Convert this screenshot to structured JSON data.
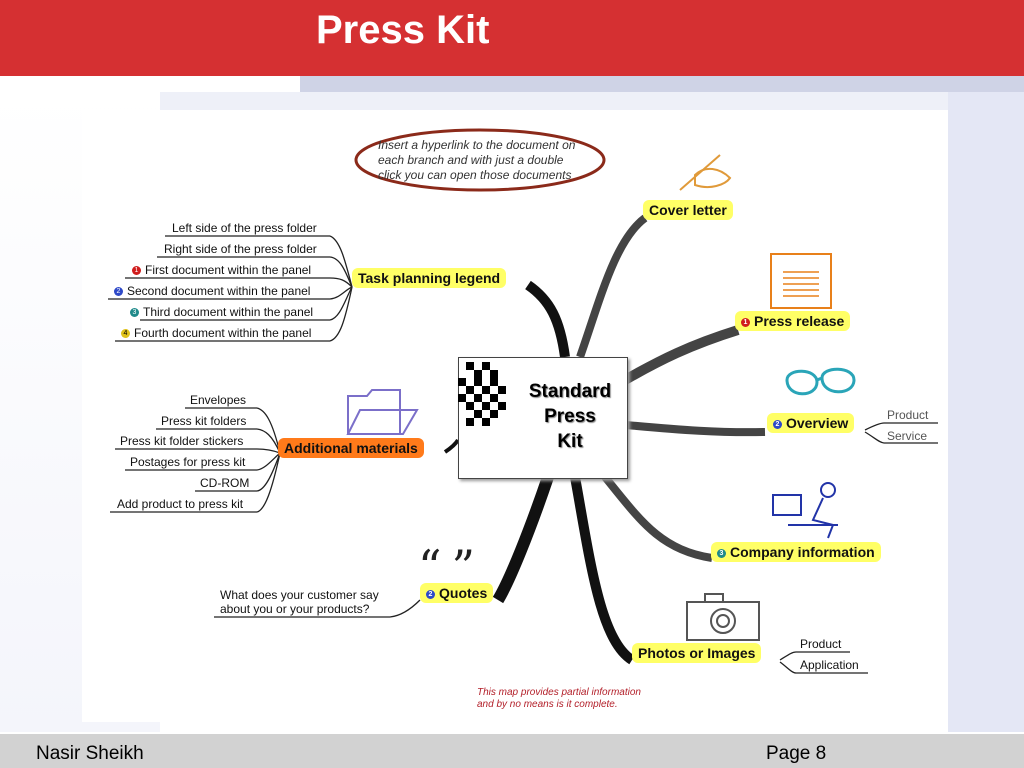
{
  "slide": {
    "title": "Press Kit",
    "footer_left": "Nasir Sheikh",
    "footer_right": "Page 8"
  },
  "map": {
    "center": [
      "Standard",
      "Press",
      "Kit"
    ],
    "note": [
      "Insert a hyperlink to the document on",
      "each branch and with just a double",
      "click you can open those documents"
    ],
    "disclaimer": [
      "This map provides partial information",
      "and by no means is it complete."
    ],
    "task_planning": {
      "label": "Task planning legend",
      "items": [
        "Left side of the press folder",
        "Right side of the press folder",
        "First document within the panel",
        "Second document within the panel",
        "Third document within the panel",
        "Fourth document within the panel"
      ],
      "bullets": [
        "",
        "",
        "1",
        "2",
        "3",
        "4"
      ]
    },
    "additional": {
      "label": "Additional materials",
      "items": [
        "Envelopes",
        "Press kit folders",
        "Press kit folder stickers",
        "Postages for press kit",
        "CD-ROM",
        "Add product to press kit"
      ]
    },
    "quotes": {
      "label": "Quotes",
      "bullet": "2",
      "text": [
        "What does your customer say",
        "about you or your products?"
      ]
    },
    "cover_letter": {
      "label": "Cover letter"
    },
    "press_release": {
      "label": "Press release",
      "bullet": "1"
    },
    "overview": {
      "label": "Overview",
      "bullet": "2",
      "items": [
        "Product",
        "Service"
      ]
    },
    "company_info": {
      "label": "Company information",
      "bullet": "3"
    },
    "photos": {
      "label": "Photos or Images",
      "items": [
        "Product",
        "Application"
      ]
    },
    "colors": {
      "header": "#d53032",
      "highlight": "#ffff66",
      "orange": "#ff7a1a",
      "note_border": "#8b2a1a"
    }
  }
}
